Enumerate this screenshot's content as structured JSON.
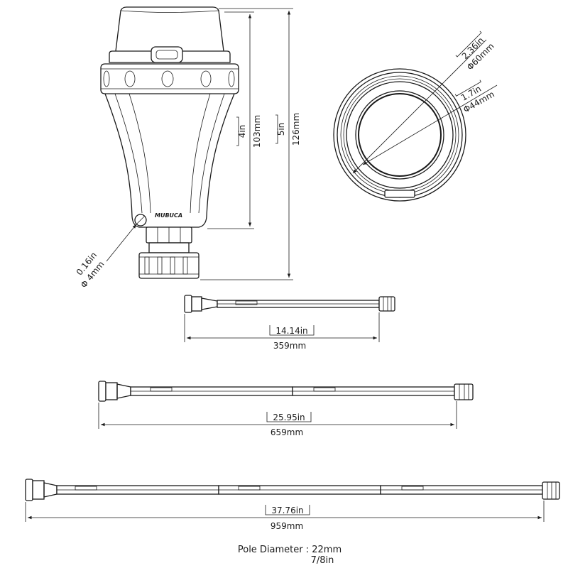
{
  "brand_mark": "MUBUCA",
  "dimensions": {
    "lamp_height_in": "4in",
    "lamp_height_mm": "103mm",
    "total_height_in": "5in",
    "total_height_mm": "126mm",
    "screw_in": "0.16in",
    "screw_mm": "4mm",
    "outer_dia_in": "2.36in",
    "outer_dia_mm": "60mm",
    "inner_dia_in": "1.7in",
    "inner_dia_mm": "44mm"
  },
  "poles": [
    {
      "in": "14.14in",
      "mm": "359mm"
    },
    {
      "in": "25.95in",
      "mm": "659mm"
    },
    {
      "in": "37.76in",
      "mm": "959mm"
    }
  ],
  "diameter_symbol": "Φ",
  "pole_note": {
    "line1": "Pole Diameter : 22mm",
    "line2": "7/8in"
  }
}
